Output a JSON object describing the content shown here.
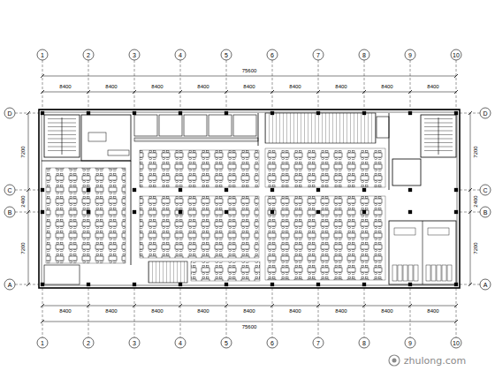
{
  "diagram": {
    "labels": [
      "8400",
      "8400",
      "8400",
      "8400",
      "8400",
      "8400",
      "8400",
      "8400",
      "8400",
      "75600",
      "8400",
      "8400",
      "8400",
      "8400",
      "8400",
      "8400",
      "8400",
      "8400",
      "8400",
      "75600",
      "7200",
      "2400",
      "7200",
      "7200",
      "2400",
      "7200",
      "1",
      "2",
      "3",
      "4",
      "5",
      "6",
      "7",
      "8",
      "9",
      "10",
      "1",
      "2",
      "3",
      "4",
      "5",
      "6",
      "7",
      "8",
      "9",
      "10",
      "D",
      "C",
      "B",
      "A",
      "D",
      "C",
      "B",
      "A",
      "zhulong.com"
    ]
  }
}
